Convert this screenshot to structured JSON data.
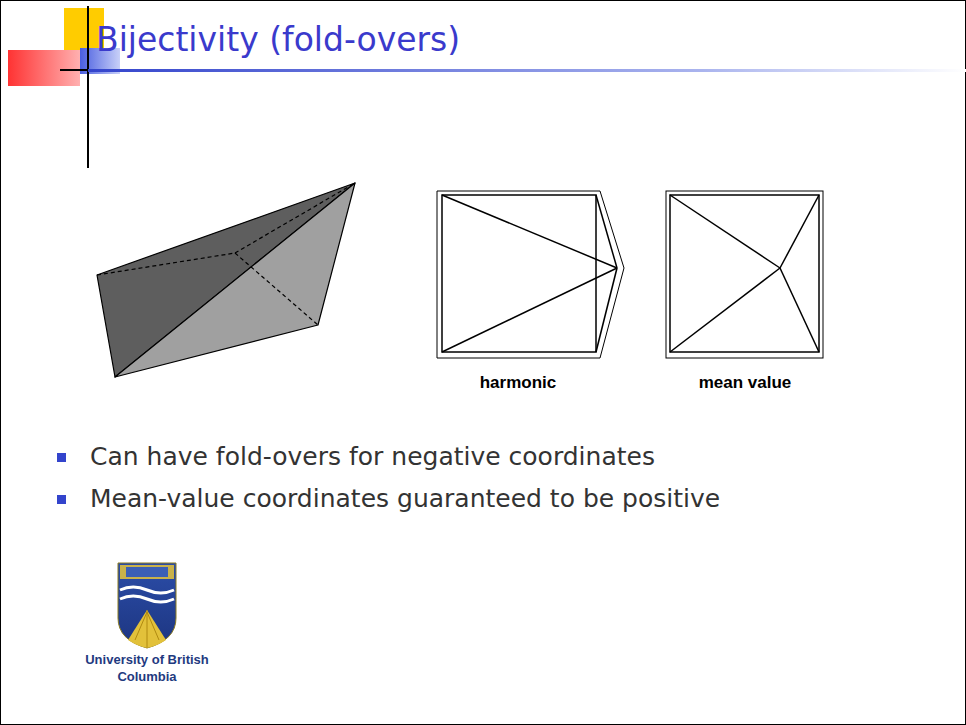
{
  "diagram": {
    "title": "Bijectivity (fold-overs)",
    "labels": [
      "harmonic",
      "mean value",
      "Can have fold-overs for negative coordinates",
      "Mean-value coordinates guaranteed to be positive",
      "University of British Columbia"
    ]
  }
}
